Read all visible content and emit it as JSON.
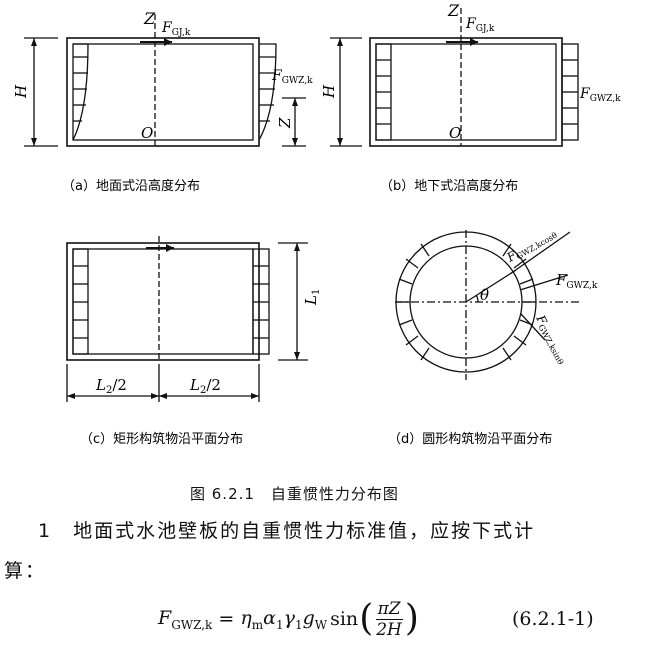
{
  "diagrams": {
    "a": {
      "caption": "（a）地面式沿高度分布",
      "z_label": "Z",
      "f_top": "F",
      "f_top_sub": "GJ,k",
      "f_side": "F",
      "f_side_sub": "GWZ,k",
      "h_label": "H",
      "z_dim": "Z",
      "origin": "O"
    },
    "b": {
      "caption": "（b）地下式沿高度分布",
      "z_label": "Z",
      "f_top": "F",
      "f_top_sub": "GJ,k",
      "f_side": "F",
      "f_side_sub": "GWZ,k",
      "h_label": "H",
      "origin": "O"
    },
    "c": {
      "caption": "（c）矩形构筑物沿平面分布",
      "l1": "L",
      "l1_sub": "1",
      "l2_left": "L",
      "l2_left_sub": "2",
      "l2_left_suffix": "/2",
      "l2_right": "L",
      "l2_right_sub": "2",
      "l2_right_suffix": "/2"
    },
    "d": {
      "caption": "（d）圆形构筑物沿平面分布",
      "f_cos": "F",
      "f_cos_sub": "GWZ,kcosθ",
      "f_k": "F",
      "f_k_sub": "GWZ,k",
      "f_sin": "F",
      "f_sin_sub": "GWZ,ksinθ",
      "theta": "θ"
    }
  },
  "figure_title": "图 6.2.1　自重惯性力分布图",
  "paragraph": {
    "line1": "1　地面式水池壁板的自重惯性力标准值，应按下式计",
    "line2": "算："
  },
  "formula": {
    "lhs": "F",
    "lhs_sub": "GWZ,k",
    "eq": " = ",
    "eta": "η",
    "eta_sub": "m",
    "alpha": "α",
    "alpha_sub": "1",
    "gamma": "γ",
    "gamma_sub": "1",
    "g": "g",
    "g_sub": "W",
    "sin": "sin",
    "num": "πZ",
    "den": "2H",
    "number": "(6.2.1-1)"
  }
}
